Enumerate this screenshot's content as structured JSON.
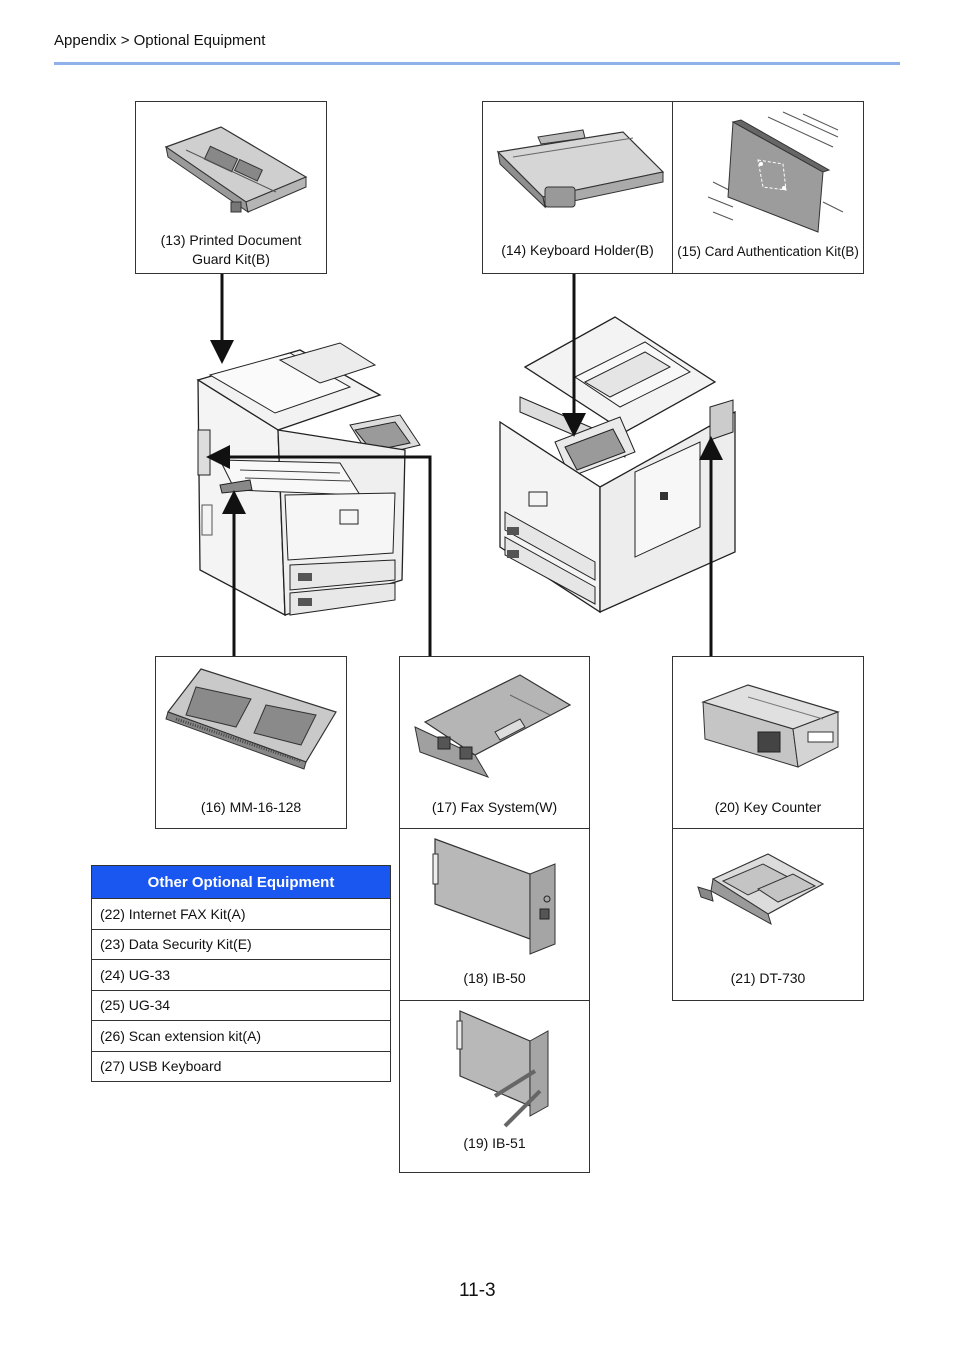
{
  "header": {
    "breadcrumb": "Appendix > Optional Equipment"
  },
  "items": {
    "printed_document_guard": {
      "line1": "(13) Printed Document",
      "line2": "Guard Kit(B)"
    },
    "keyboard_holder": "(14) Keyboard Holder(B)",
    "card_authentication": "(15) Card Authentication Kit(B)",
    "memory": "(16) MM-16-128",
    "fax_system": "(17) Fax System(W)",
    "ib50": "(18) IB-50",
    "ib51": "(19) IB-51",
    "key_counter": "(20) Key Counter",
    "dt730": "(21) DT-730"
  },
  "other_equipment": {
    "title": "Other Optional Equipment",
    "rows": [
      "(22) Internet FAX Kit(A)",
      "(23) Data Security Kit(E)",
      "(24) UG-33",
      "(25) UG-34",
      "(26) Scan extension kit(A)",
      "(27) USB Keyboard"
    ]
  },
  "footer": {
    "page_number": "11-3"
  },
  "colors": {
    "header_rule": "#8fb0e8",
    "table_header": "#1a56f0"
  },
  "icons": [
    "guard-kit-illustration",
    "keyboard-holder-illustration",
    "card-reader-illustration",
    "memory-module-illustration",
    "fax-board-illustration",
    "network-card-illustration",
    "key-counter-illustration",
    "document-tray-illustration",
    "mfp-printer-illustration"
  ]
}
